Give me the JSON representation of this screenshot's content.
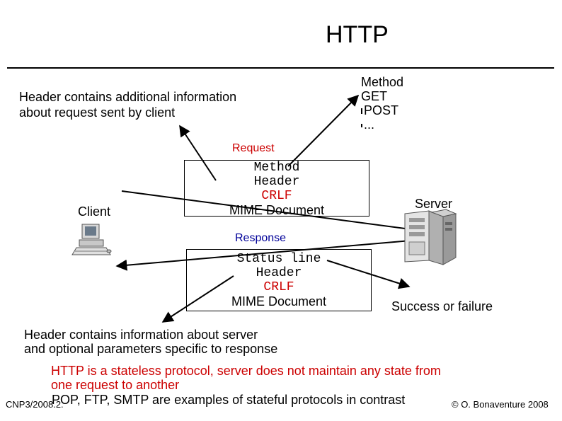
{
  "title": "HTTP",
  "header_request_note": [
    "Header contains additional information",
    "about request sent by client"
  ],
  "method_list": {
    "heading": "Method",
    "items": [
      "GET",
      "POST",
      "..."
    ]
  },
  "request": {
    "label": "Request",
    "lines": [
      "Method",
      "Header"
    ],
    "crlf": "CRLF",
    "mime": "MIME Document"
  },
  "response": {
    "label": "Response",
    "lines": [
      "Status line",
      "Header"
    ],
    "crlf": "CRLF",
    "mime": "MIME Document"
  },
  "client_label": "Client",
  "server_label": "Server",
  "outcome": "Success or failure",
  "header_response_note": [
    "Header contains information about server",
    "and optional parameters specific to response"
  ],
  "stateless_note": [
    "HTTP is a stateless protocol, server does not maintain any state from",
    "one request to another",
    "POP, FTP, SMTP are examples of stateful protocols in contrast"
  ],
  "footer": {
    "left": "CNP3/2008.2.",
    "right": "© O. Bonaventure 2008"
  },
  "colors": {
    "accent_red": "#cc0000",
    "accent_blue": "#000099",
    "ink": "#000000"
  }
}
